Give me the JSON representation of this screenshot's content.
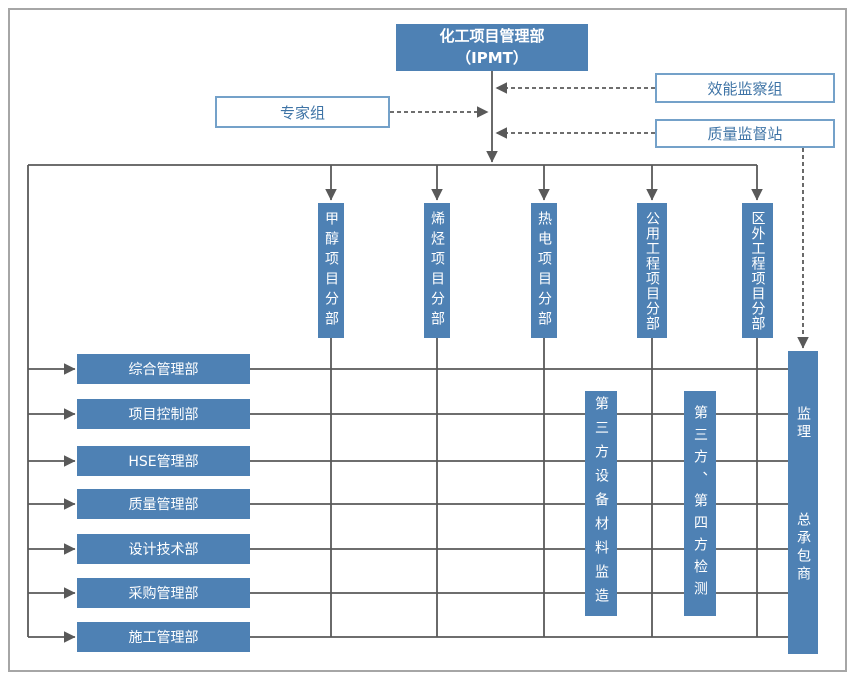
{
  "colors": {
    "node_fill": "#4e81b4",
    "node_text": "#ffffff",
    "outline_border": "#74a1c9",
    "outline_text": "#3f74a6",
    "connector_line": "#595959",
    "frame_border": "#a6a6a6"
  },
  "nodes": {
    "ipmt": {
      "line1": "化工项目管理部",
      "line2": "（IPMT）"
    },
    "expert_group": "专家组",
    "efficiency_group": "效能监察组",
    "quality_station": "质量监督站",
    "divisions": [
      "甲醇项目分部",
      "烯烃项目分部",
      "热电项目分部",
      "公用工程项目分部",
      "区外工程项目分部"
    ],
    "departments": [
      "综合管理部",
      "项目控制部",
      "HSE管理部",
      "质量管理部",
      "设计技术部",
      "采购管理部",
      "施工管理部"
    ],
    "third_party_equipment": "第三方设备材料监造",
    "third_fourth_testing": "第三方、第四方检测",
    "supervisor": "监理",
    "contractor": "总承包商"
  }
}
